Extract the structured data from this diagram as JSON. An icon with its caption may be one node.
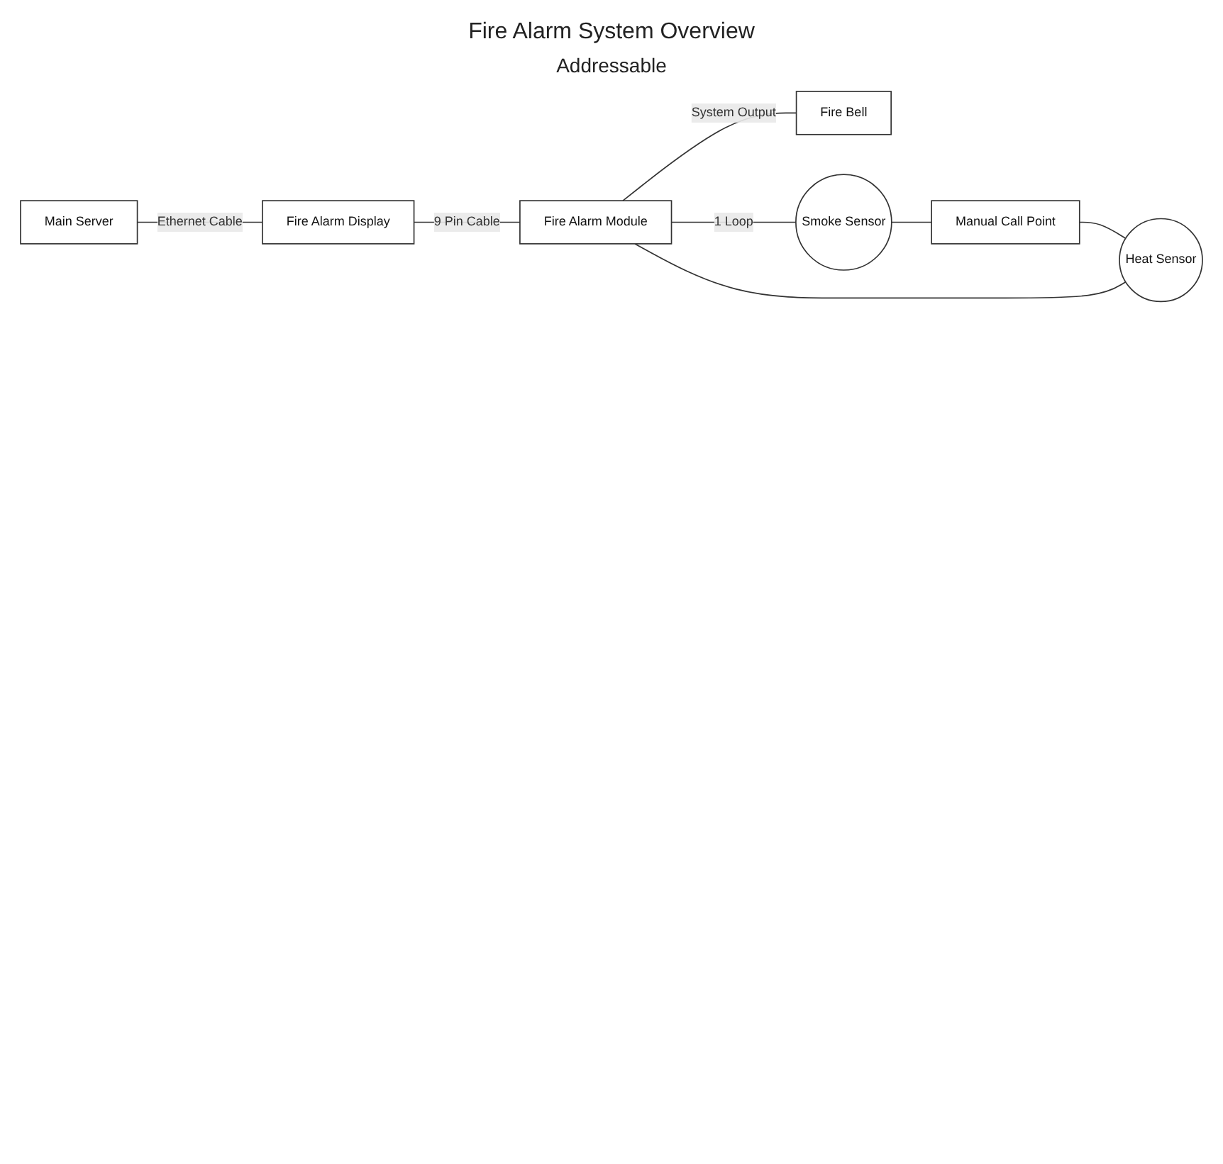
{
  "diagram": {
    "title": "Fire Alarm System Overview",
    "nodes": [
      {
        "text": [
          "Main Server"
        ]
      },
      {
        "text": [
          "Fire Alarm Display"
        ]
      },
      {
        "text": [
          "Fire Alarm Module"
        ]
      },
      {
        "text": [
          "Fire Bell"
        ]
      },
      {
        "text": [
          "Smoke Sensor"
        ]
      },
      {
        "text": [
          "Manual Call Point"
        ]
      },
      {
        "text": [
          "Heat Sensor"
        ]
      }
    ],
    "edges": [
      {
        "from": 0,
        "to": 1,
        "arrow": "none",
        "label": "Ethernet Cable"
      },
      {
        "from": 1,
        "to": 2,
        "arrow": "none",
        "label": "9 Pin Cable"
      },
      {
        "from": 2,
        "to": 3,
        "arrow": "none",
        "label": "System Output"
      },
      {
        "from": 2,
        "to": 4,
        "arrow": "none",
        "label": "1 Loop"
      },
      {
        "from": 4,
        "to": 5,
        "arrow": "none"
      },
      {
        "from": 5,
        "to": 6,
        "arrow": "none"
      },
      {
        "from": 6,
        "to": 2,
        "arrow": "none"
      }
    ],
    "labels": [
      "Addressable"
    ]
  }
}
